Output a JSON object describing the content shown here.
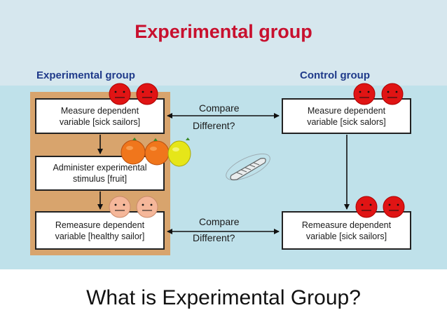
{
  "title": "Experimental group",
  "experimental_column": {
    "label": "Experimental group",
    "box1": "Measure dependent\nvariable [sick sailors]",
    "box2": "Administer experimental\nstimulus [fruit]",
    "box3": "Remeasure dependent\nvariable [healthy sailor]"
  },
  "control_column": {
    "label": "Control group",
    "box1": "Measure dependent\nvariable [sick salors]",
    "box2": "Remeasure dependent\nvariable [sick sailors]"
  },
  "compare_top": {
    "line1": "Compare",
    "line2": "Different?"
  },
  "compare_bottom": {
    "line1": "Compare",
    "line2": "Different?"
  },
  "caption": "What is Experimental Group?",
  "colors": {
    "title": "#c8102e",
    "label": "#1f3a8a",
    "column": "#d8a46d",
    "sick_face": "#e01414",
    "healthy_face": "#f5b79a"
  },
  "icons": [
    "sick-face-icon",
    "healthy-face-icon",
    "orange-fruit-icon",
    "lemon-fruit-icon",
    "ship-icon"
  ]
}
